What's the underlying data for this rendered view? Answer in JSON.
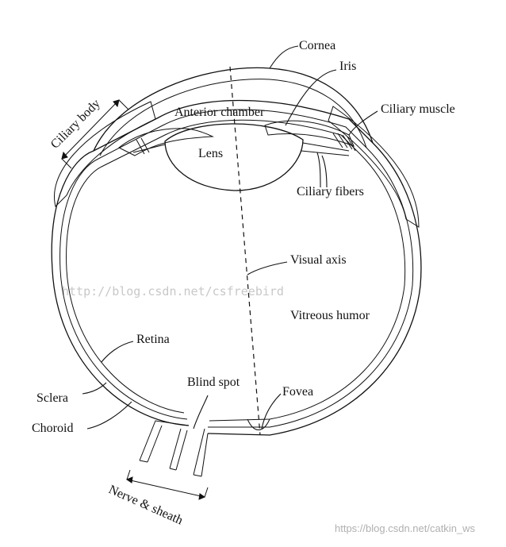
{
  "diagram": {
    "labels": {
      "cornea": "Cornea",
      "iris": "Iris",
      "ciliary_muscle": "Ciliary muscle",
      "ciliary_body": "Ciliary body",
      "anterior_chamber": "Anterior chamber",
      "lens": "Lens",
      "ciliary_fibers": "Ciliary fibers",
      "visual_axis": "Visual axis",
      "vitreous_humor": "Vitreous humor",
      "retina": "Retina",
      "sclera": "Sclera",
      "choroid": "Choroid",
      "blind_spot": "Blind spot",
      "fovea": "Fovea",
      "nerve_sheath": "Nerve & sheath"
    },
    "watermarks": {
      "center": "http://blog.csdn.net/csfreebird",
      "bottom_right": "https://blog.csdn.net/catkin_ws"
    }
  }
}
